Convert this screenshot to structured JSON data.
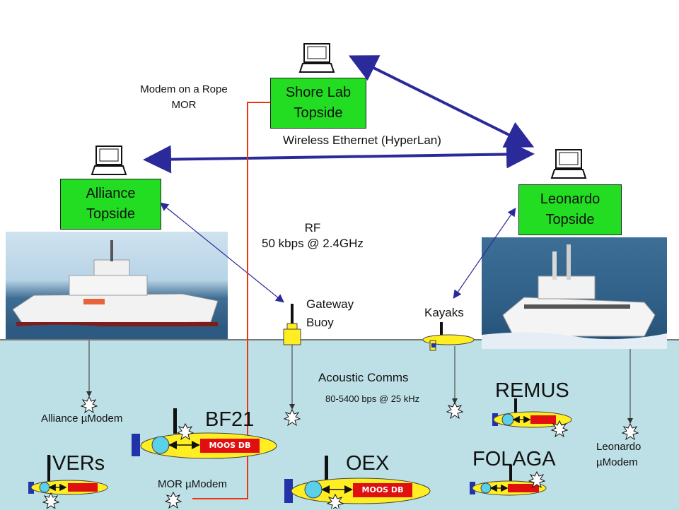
{
  "nodes": {
    "shore_lab": "Shore Lab\nTopside",
    "alliance": "Alliance\nTopside",
    "leonardo": "Leonardo\nTopside"
  },
  "labels": {
    "modem_rope": "Modem on a Rope\nMOR",
    "wireless": "Wireless Ethernet (HyperLan)",
    "rf": "RF\n50 kbps @ 2.4GHz",
    "gateway": "Gateway\nBuoy",
    "kayaks": "Kayaks",
    "acoustic": "Acoustic Comms",
    "acoustic_rate": "80-5400 bps @ 25 kHz",
    "alliance_modem": "Alliance µModem",
    "leonardo_modem": "Leonardo\nµModem",
    "mor_modem": "MOR µModem"
  },
  "vehicles": {
    "bf21": "BF21",
    "ivers": "IVERs",
    "oex": "OEX",
    "remus": "REMUS",
    "folaga": "FOLAGA",
    "moos_db": "MOOS DB"
  },
  "colors": {
    "topside_green": "#22dd22",
    "link_blue": "#2a2a9a",
    "rope_red": "#ee3311",
    "sea": "#bde0e6",
    "vehicle_yellow": "#ffee22"
  }
}
